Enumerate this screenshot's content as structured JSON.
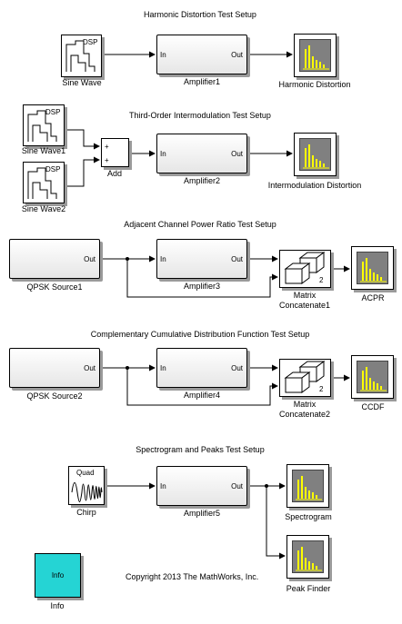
{
  "titles": {
    "harmonic": "Harmonic Distortion Test Setup",
    "intermod": "Third-Order Intermodulation Test Setup",
    "acpr": "Adjacent Channel Power Ratio Test Setup",
    "ccdf": "Complementary Cumulative Distribution Function Test Setup",
    "spectro": "Spectrogram and Peaks Test Setup"
  },
  "blocks": {
    "sine_wave": "Sine Wave",
    "sine_wave1": "Sine Wave1",
    "sine_wave2": "Sine Wave2",
    "dsp_tag": "DSP",
    "amplifier1": "Amplifier1",
    "amplifier2": "Amplifier2",
    "amplifier3": "Amplifier3",
    "amplifier4": "Amplifier4",
    "amplifier5": "Amplifier5",
    "harmonic_distortion": "Harmonic Distortion",
    "intermod_distortion": "Intermodulation Distortion",
    "add": "Add",
    "plus": "+",
    "qpsk1": "QPSK Source1",
    "qpsk2": "QPSK Source2",
    "matrix1_line1": "Matrix",
    "matrix1_line2": "Concatenate1",
    "matrix2_line1": "Matrix",
    "matrix2_line2": "Concatenate2",
    "matrix_count": "2",
    "acpr": "ACPR",
    "ccdf": "CCDF",
    "chirp": "Chirp",
    "quad": "Quad",
    "spectrogram": "Spectrogram",
    "peak_finder": "Peak Finder",
    "info": "Info",
    "info_label": "Info"
  },
  "ports": {
    "in": "In",
    "out": "Out"
  },
  "copyright": "Copyright 2013 The MathWorks, Inc.",
  "colors": {
    "scope_bars": "#ffff00",
    "scope_screen": "#808080",
    "info_fill": "#25d4d4",
    "shadow": "#9a9a9a"
  }
}
